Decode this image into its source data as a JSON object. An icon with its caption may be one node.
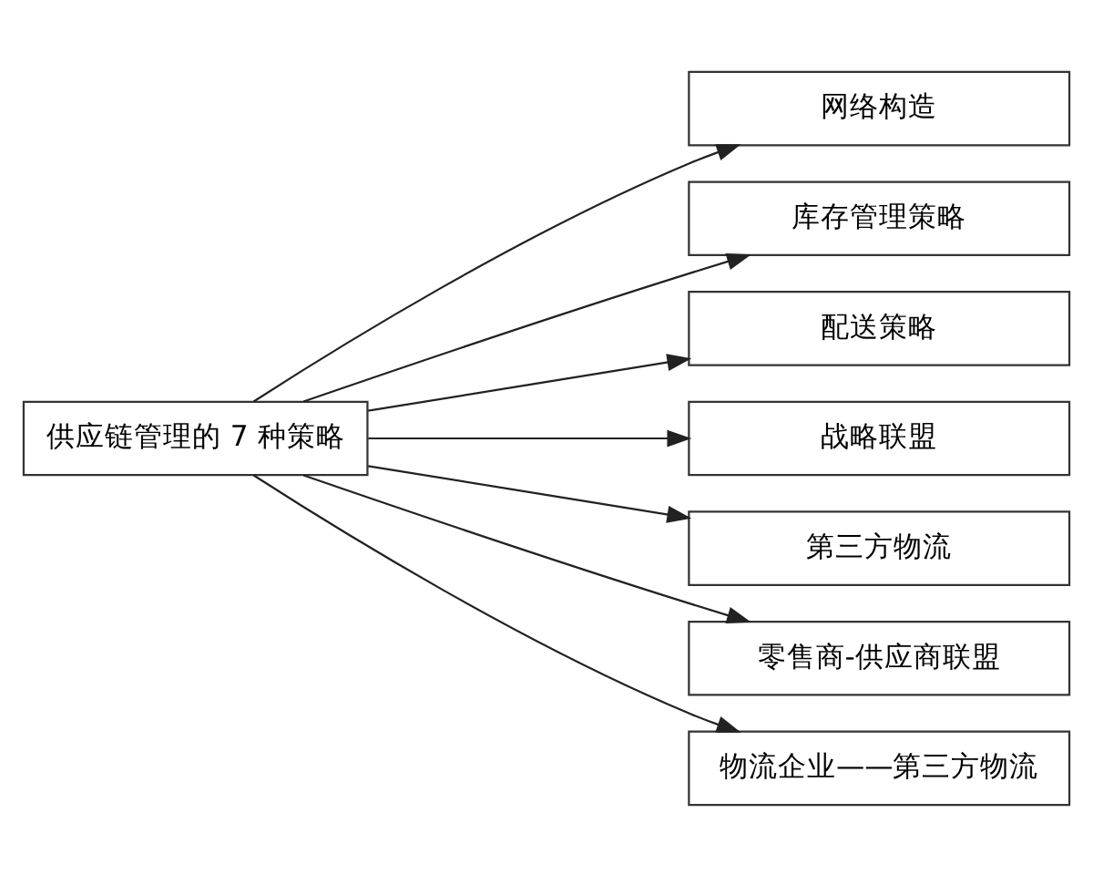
{
  "diagram": {
    "nodes": [
      {
        "text": [
          "供应链管理的 7 种策略"
        ]
      },
      {
        "text": [
          "网络构造"
        ]
      },
      {
        "text": [
          "库存管理策略"
        ]
      },
      {
        "text": [
          "配送策略"
        ]
      },
      {
        "text": [
          "战略联盟"
        ]
      },
      {
        "text": [
          "第三方物流"
        ]
      },
      {
        "text": [
          "零售商-供应商联盟"
        ]
      },
      {
        "text": [
          "物流企业——第三方物流"
        ]
      }
    ],
    "edges": [
      {
        "from": 0,
        "to": 1,
        "arrow": "to"
      },
      {
        "from": 0,
        "to": 2,
        "arrow": "to"
      },
      {
        "from": 0,
        "to": 3,
        "arrow": "to"
      },
      {
        "from": 0,
        "to": 4,
        "arrow": "to"
      },
      {
        "from": 0,
        "to": 5,
        "arrow": "to"
      },
      {
        "from": 0,
        "to": 6,
        "arrow": "to"
      },
      {
        "from": 0,
        "to": 7,
        "arrow": "to"
      }
    ]
  }
}
